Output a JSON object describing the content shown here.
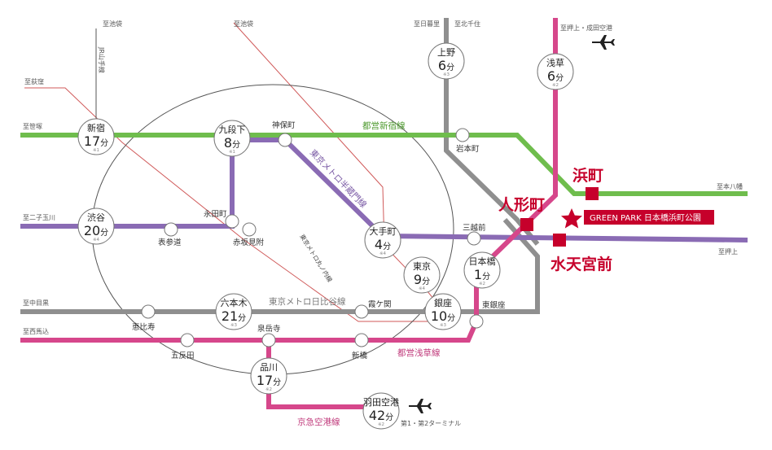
{
  "colors": {
    "toei_shinjuku": "#6fbd4d",
    "hanzomon": "#8a6bb4",
    "asakusa": "#d6478b",
    "hibiya": "#8f8f8f",
    "ginza": "#8f8f8f",
    "jr": "#666666",
    "marunouchi": "#d05a5a",
    "accent": "#c6002b"
  },
  "lines": {
    "toei_shinjuku": "都営新宿線",
    "hanzomon": "東京メトロ半蔵門線",
    "asakusa": "都営浅草線",
    "hibiya": "東京メトロ日比谷線",
    "marunouchi": "東京メトロ丸ノ内線",
    "keikyu": "京急空港線",
    "yamanote": "JR山手線"
  },
  "destinations": {
    "ikebukuro": "至池袋",
    "ogikubo": "至荻窪",
    "sasazuka": "至笹塚",
    "futakotamagawa": "至二子玉川",
    "nakameguro": "至中目黒",
    "nishimagome": "至西馬込",
    "ikebukuro2": "至池袋",
    "nippori": "至日暮里",
    "kitasenju": "至北千住",
    "oshiage_narita": "至押上・成田空港",
    "motoyawata": "至本八幡",
    "oshiage": "至押上"
  },
  "stations": {
    "jimbocho": "神保町",
    "iwamotocho": "岩本町",
    "nagatacho": "永田町",
    "akasakamitsuke": "赤坂見附",
    "omotesando": "表参道",
    "mitsukoshimae": "三越前",
    "higashiginza": "東銀座",
    "kasumigaseki": "霞ケ関",
    "ebisu": "恵比寿",
    "gotanda": "五反田",
    "sengakuji": "泉岳寺",
    "shimbashi": "新橋"
  },
  "hubs": {
    "shinjuku": {
      "name": "新宿",
      "time": "17",
      "unit": "分",
      "note": "※1"
    },
    "kudanshita": {
      "name": "九段下",
      "time": "8",
      "unit": "分",
      "note": "※1"
    },
    "shibuya": {
      "name": "渋谷",
      "time": "20",
      "unit": "分",
      "note": "※4"
    },
    "otemachi": {
      "name": "大手町",
      "time": "4",
      "unit": "分",
      "note": "※4"
    },
    "tokyo": {
      "name": "東京",
      "time": "9",
      "unit": "分",
      "note": "※4"
    },
    "ueno": {
      "name": "上野",
      "time": "6",
      "unit": "分",
      "note": "※3"
    },
    "asakusa": {
      "name": "浅草",
      "time": "6",
      "unit": "分",
      "note": "※2"
    },
    "nihombashi": {
      "name": "日本橋",
      "time": "1",
      "unit": "分",
      "note": "※2"
    },
    "roppongi": {
      "name": "六本木",
      "time": "21",
      "unit": "分",
      "note": "※3"
    },
    "ginza": {
      "name": "銀座",
      "time": "10",
      "unit": "分",
      "note": "※3"
    },
    "shinagawa": {
      "name": "品川",
      "time": "17",
      "unit": "分",
      "note": "※2"
    },
    "haneda": {
      "name": "羽田空港",
      "time": "42",
      "unit": "分",
      "note": "※2"
    }
  },
  "local": {
    "hamacho": "浜町",
    "ningyocho": "人形町",
    "suitengumae": "水天宮前",
    "property": "GREEN PARK 日本橋浜町公園",
    "terminal": "第1・第2ターミナル"
  },
  "icons": {
    "plane_top": "airplane-icon",
    "plane_bottom": "airplane-icon",
    "property_star": "star-icon"
  }
}
